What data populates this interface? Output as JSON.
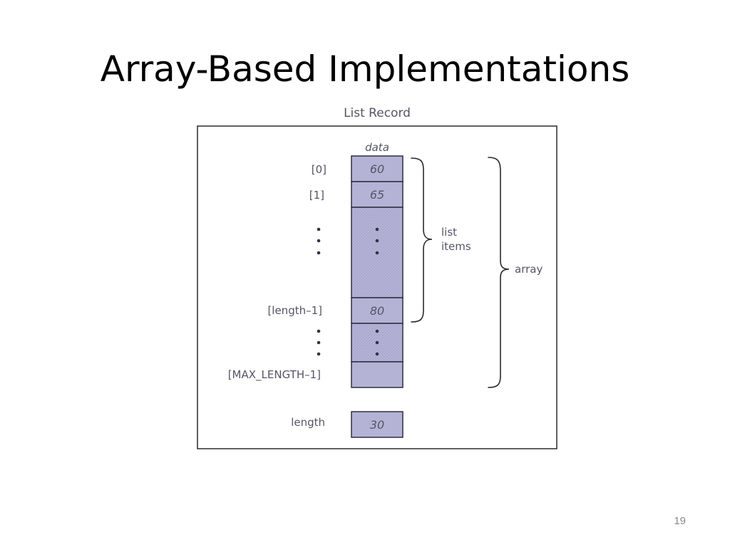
{
  "slide": {
    "title": "Array-Based Implementations",
    "page_number": "19"
  },
  "figure": {
    "caption": "List Record",
    "column_header": "data",
    "rows": [
      {
        "index": "[0]",
        "value": "60"
      },
      {
        "index": "[1]",
        "value": "65"
      },
      {
        "index": "[length–1]",
        "value": "80"
      },
      {
        "index": "[MAX_LENGTH–1]",
        "value": ""
      }
    ],
    "length_label": "length",
    "length_value": "30",
    "brace_list_items": [
      "list",
      "items"
    ],
    "brace_array": "array",
    "colors": {
      "cell_fill": "#b4b3d6",
      "cell_stroke": "#2e2e3e",
      "label_text": "#555566"
    }
  }
}
